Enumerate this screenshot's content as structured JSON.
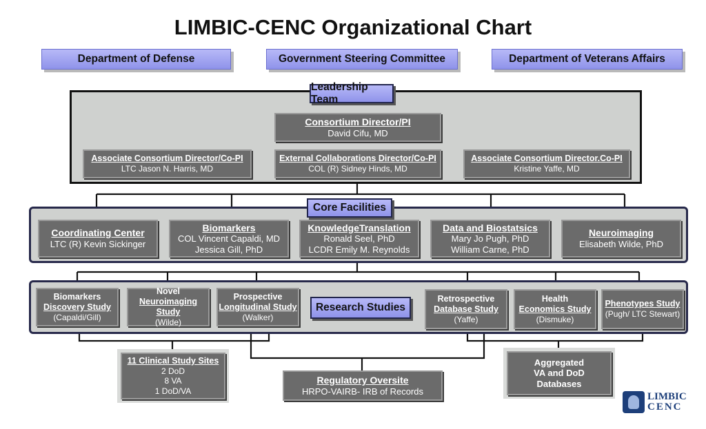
{
  "title": "LIMBIC-CENC Organizational Chart",
  "top": {
    "dod": "Department of Defense",
    "gsc": "Government Steering Committee",
    "va": "Department of Veterans Affairs"
  },
  "leadership": {
    "label": "Leadership Team",
    "director": {
      "title": "Consortium Director/PI",
      "name": "David Cifu, MD"
    },
    "assoc1": {
      "title": "Associate Consortium Director/Co-PI",
      "name": "LTC Jason N. Harris, MD"
    },
    "external": {
      "title": "External Collaborations Director/Co-PI",
      "name": "COL (R) Sidney Hinds, MD"
    },
    "assoc2": {
      "title": "Associate Consortium Director.Co-PI",
      "name": "Kristine Yaffe, MD"
    }
  },
  "core": {
    "label": "Core Facilities",
    "items": [
      {
        "title": "Coordinating Center",
        "l1": "LTC (R) Kevin Sickinger",
        "l2": ""
      },
      {
        "title": "Biomarkers",
        "l1": "COL Vincent Capaldi, MD",
        "l2": "Jessica Gill, PhD"
      },
      {
        "title": "KnowledgeTranslation",
        "l1": "Ronald Seel, PhD",
        "l2": "LCDR Emily M. Reynolds"
      },
      {
        "title": "Data and Biostatsics",
        "l1": "Mary Jo Pugh, PhD",
        "l2": "William Carne, PhD"
      },
      {
        "title": "Neuroimaging",
        "l1": "Elisabeth Wilde, PhD",
        "l2": ""
      }
    ]
  },
  "research": {
    "label": "Research Studies",
    "items": [
      {
        "l1": "Biomarkers",
        "l2": "Discovery Study",
        "pi": "(Capaldi/Gill)"
      },
      {
        "l1": "Novel",
        "l2": "Neuroimaging Study",
        "pi": "(Wilde)"
      },
      {
        "l1": "Prospective",
        "l2": "Longitudinal  Study",
        "pi": "(Walker)"
      },
      {
        "l1": "Retrospective",
        "l2": "Database Study",
        "pi": "(Yaffe)"
      },
      {
        "l1": "Health",
        "l2": "Economics Study",
        "pi": "(Dismuke)"
      },
      {
        "l1": "Phenotypes Study",
        "l2": "",
        "pi": "(Pugh/ LTC Stewart)"
      }
    ]
  },
  "sites": {
    "title": "11 Clinical Study Sites",
    "l1": "2 DoD",
    "l2": "8 VA",
    "l3": "1 DoD/VA"
  },
  "regulatory": {
    "title": "Regulatory Oversite",
    "l1": "HRPO-VAIRB- IRB of Records"
  },
  "aggregated": {
    "l1": "Aggregated",
    "l2": "VA and DoD",
    "l3": "Databases"
  },
  "logo": {
    "l1": "LIMBIC",
    "l2": "CENC"
  }
}
